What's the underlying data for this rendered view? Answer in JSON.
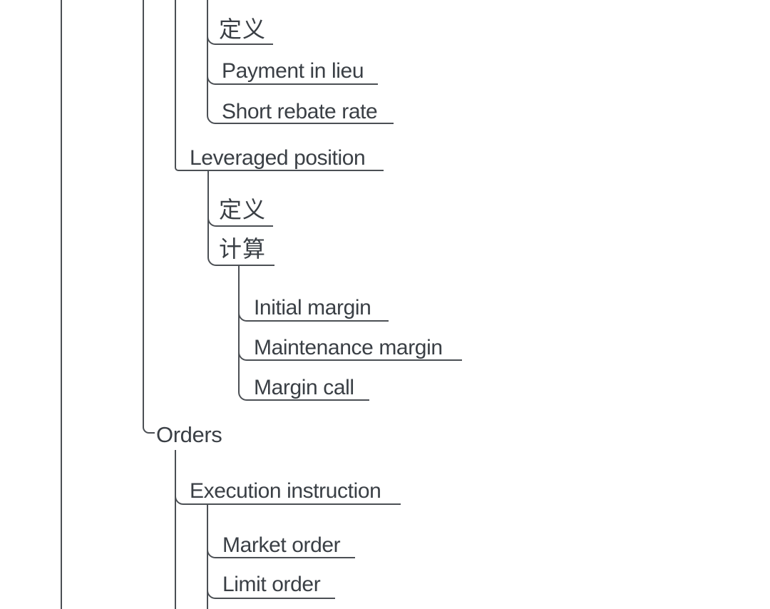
{
  "diagram": {
    "type": "mindmap-tree",
    "background_color": "#ffffff",
    "line_color": "#4b4f54",
    "text_color": "#3a3f45",
    "note": "left portion of a larger mind map; parent topics are scrolled off the top/left edges"
  },
  "nodes": [
    {
      "label": "定义",
      "depth": 3,
      "parent": "(clipped above)"
    },
    {
      "label": "Payment in lieu",
      "depth": 3,
      "parent": "(clipped above)"
    },
    {
      "label": "Short rebate rate",
      "depth": 3,
      "parent": "(clipped above)"
    },
    {
      "label": "Leveraged position",
      "depth": 2,
      "parent": "(clipped above)"
    },
    {
      "label": "定义",
      "depth": 3,
      "parent": "Leveraged position"
    },
    {
      "label": "计算",
      "depth": 3,
      "parent": "Leveraged position"
    },
    {
      "label": "Initial margin",
      "depth": 4,
      "parent": "计算"
    },
    {
      "label": "Maintenance margin",
      "depth": 4,
      "parent": "计算"
    },
    {
      "label": "Margin call",
      "depth": 4,
      "parent": "计算"
    },
    {
      "label": "Orders",
      "depth": 1,
      "parent": "(clipped left)"
    },
    {
      "label": "Execution instruction",
      "depth": 2,
      "parent": "Orders"
    },
    {
      "label": "Market order",
      "depth": 3,
      "parent": "Execution instruction"
    },
    {
      "label": "Limit order",
      "depth": 3,
      "parent": "Execution instruction"
    }
  ]
}
